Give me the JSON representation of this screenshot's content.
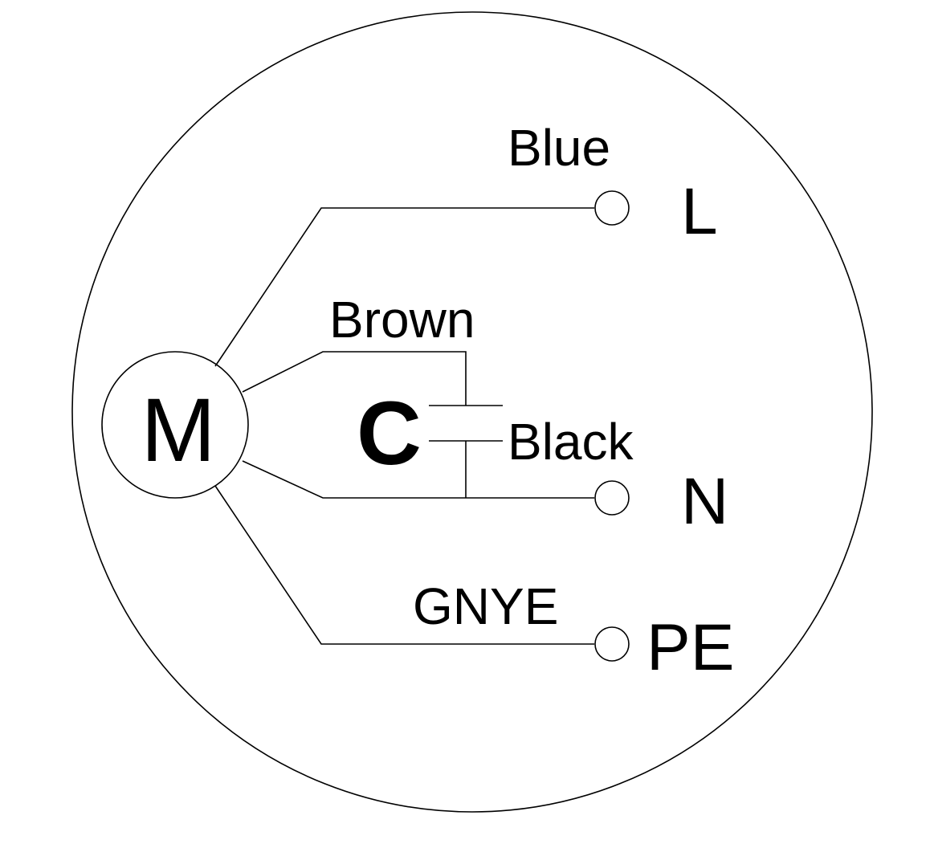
{
  "diagram": {
    "motor": {
      "label": "M"
    },
    "capacitor": {
      "label": "C"
    },
    "wires": {
      "blue": "Blue",
      "brown": "Brown",
      "black": "Black",
      "gnye": "GNYE"
    },
    "terminals": {
      "l": "L",
      "n": "N",
      "pe": "PE"
    },
    "colors": {
      "stroke": "#000000",
      "background": "#ffffff"
    }
  }
}
